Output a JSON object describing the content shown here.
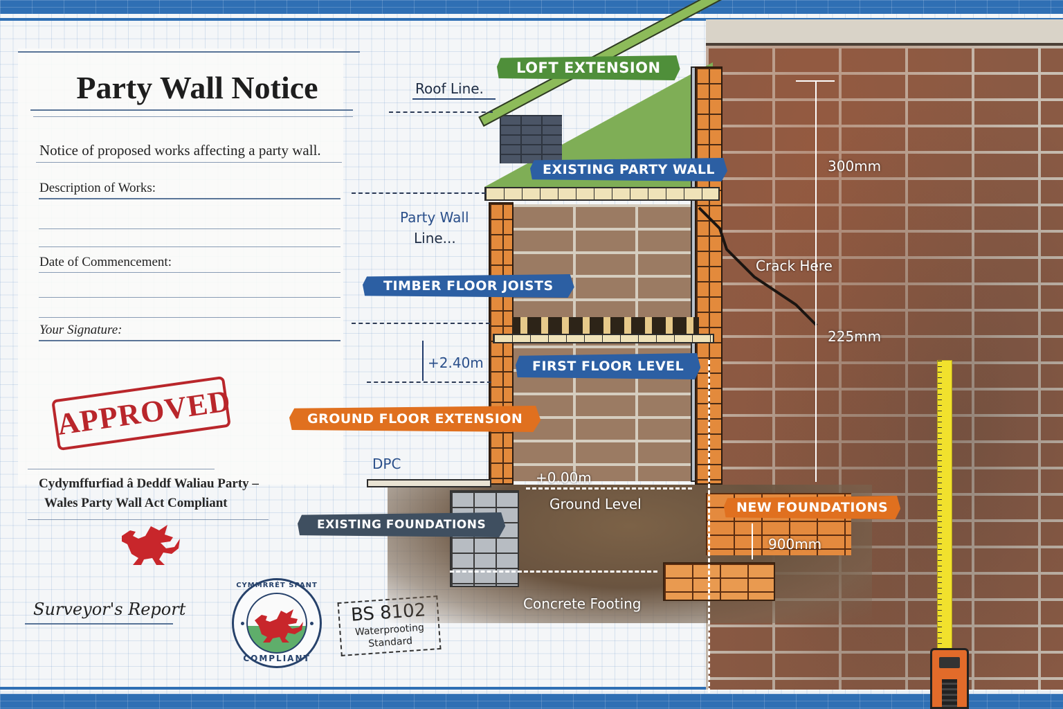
{
  "form": {
    "title": "Party Wall Notice",
    "intro": "Notice of proposed works affecting a party wall.",
    "fields": [
      {
        "label": "Description of Works:"
      },
      {
        "label": "Date of Commencement:"
      },
      {
        "label": "Your Signature:"
      }
    ],
    "stamp_approved": "APPROVED",
    "welsh_line_1": "Cydymffurfiad â Deddf Waliau Party –",
    "welsh_line_2": "Wales Party Wall Act Compliant",
    "surveyor_report": "Surveyor's Report"
  },
  "badges": {
    "seal_top_text": "CYMMRRÉT SPANT",
    "seal_bottom_text": "COMPLIANT",
    "bs_code": "BS 8102",
    "bs_line_1": "Waterprooting",
    "bs_line_2": "Standard"
  },
  "diagram": {
    "labels": {
      "loft_extension": "LOFT EXTENSION",
      "existing_party_wall": "EXISTING PARTY WALL",
      "timber_floor_joists": "TIMBER FLOOR JOISTS",
      "first_floor_level": "FIRST FLOOR LEVEL",
      "ground_floor_extension": "GROUND FLOOR EXTENSION",
      "existing_foundations": "EXISTING FOUNDATIONS",
      "new_foundations": "NEW FOUNDATIONS"
    },
    "annotations": {
      "roof_line": "Roof Line.",
      "party_wall_line_1": "Party Wall",
      "party_wall_line_2": "Line...",
      "dpc": "DPC",
      "height_first_floor": "+2.40m",
      "ground_datum": "+0.00m",
      "ground_level": "Ground Level",
      "concrete_footing": "Concrete Footing",
      "crack_here": "Crack Here"
    },
    "dimensions": {
      "upper": "300mm",
      "lower": "225mm",
      "foundation_depth": "900mm"
    }
  },
  "colors": {
    "blueprint_blue": "#2f6fb4",
    "stamp_red": "#b9262b",
    "label_green": "#4f8f3a",
    "label_blue": "#2c5fa3",
    "label_orange": "#e0701f",
    "label_slate": "#3f4f60",
    "tape_yellow": "#f1e12d"
  }
}
